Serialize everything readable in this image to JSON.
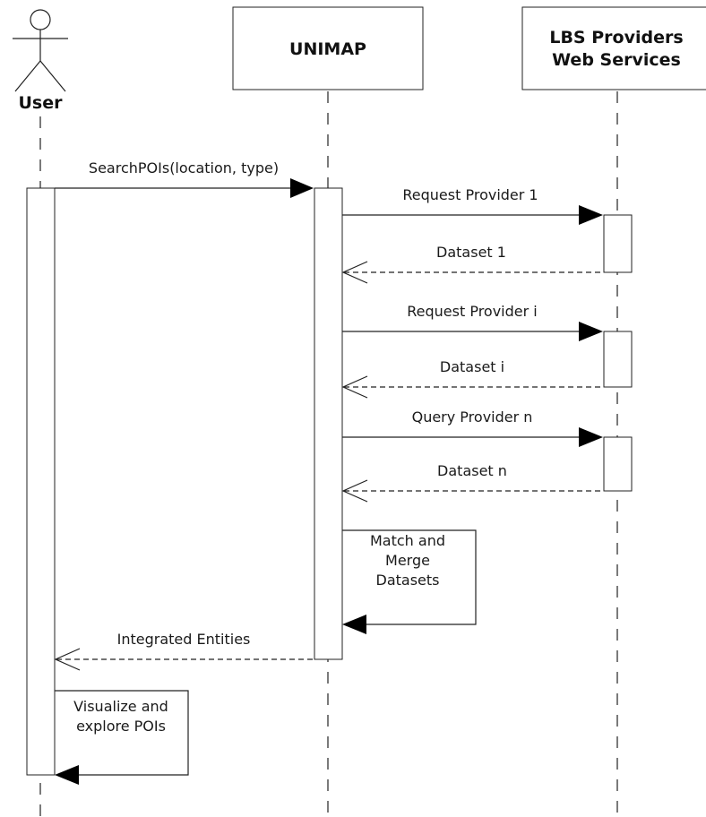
{
  "participants": {
    "user": "User",
    "unimap": "UNIMAP",
    "lbs_line1": "LBS Providers",
    "lbs_line2": "Web Services"
  },
  "messages": {
    "search": "SearchPOIs(location, type)",
    "request_1": "Request Provider 1",
    "dataset_1": "Dataset 1",
    "request_i": "Request Provider i",
    "dataset_i": "Dataset i",
    "query_n": "Query Provider n",
    "dataset_n": "Dataset n",
    "match_line1": "Match and",
    "match_line2": "Merge",
    "match_line3": "Datasets",
    "integrated": "Integrated Entities",
    "visualize_line1": "Visualize and",
    "visualize_line2": "explore POIs"
  }
}
